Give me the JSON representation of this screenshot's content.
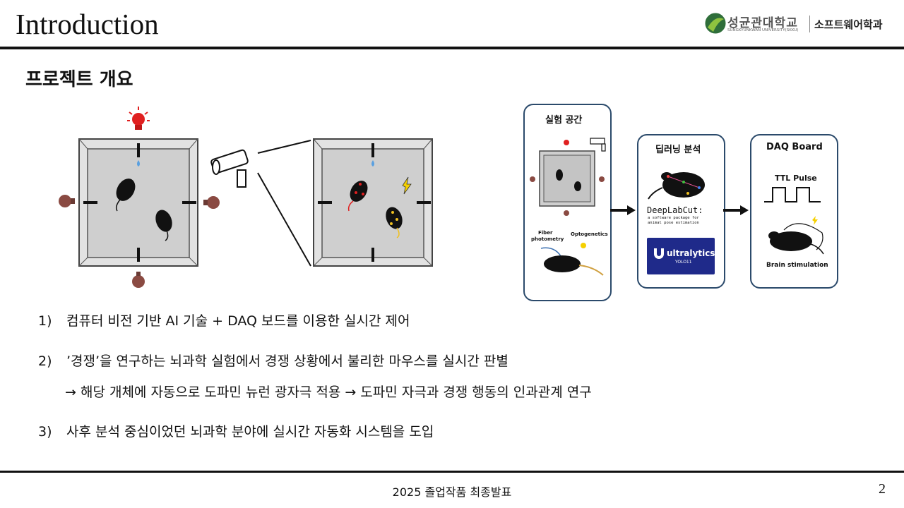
{
  "header": {
    "title": "Introduction",
    "university": "성균관대학교",
    "university_en": "SUNGKYUNKWAN UNIVERSITY(SKKU)",
    "department": "소프트웨어학과"
  },
  "section_title": "프로젝트 개요",
  "diagram": {
    "box1_label": "실험 공간",
    "box2_label": "딥러닝 분석",
    "box3_label": "DAQ Board",
    "fiber_label_1": "Fiber",
    "fiber_label_2": "photometry",
    "opto_label": "Optogenetics",
    "dlc_title": "DeepLabCut:",
    "dlc_sub1": "a software package for",
    "dlc_sub2": "animal pose estimation",
    "yolo_brand": "ultralytics",
    "yolo_sub": "YOLO11",
    "ttl_label": "TTL Pulse",
    "brain_label": "Brain stimulation"
  },
  "bullets": [
    {
      "num": "1)",
      "text": "컴퓨터 비전 기반 AI 기술 + DAQ 보드를 이용한 실시간 제어"
    },
    {
      "num": "2)",
      "text": "’경쟁’을 연구하는 뇌과학 실험에서 경쟁 상황에서 불리한 마우스를 실시간 판별"
    },
    {
      "num": "",
      "text": "→ 해당 개체에 자동으로 도파민 뉴런 광자극 적용 → 도파민 자극과 경쟁 행동의 인과관계 연구"
    },
    {
      "num": "3)",
      "text": "사후 분석 중심이었던 뇌과학 분야에 실시간 자동화 시스템을 도입"
    }
  ],
  "footer": {
    "text": "2025 졸업작품 최종발표",
    "page": "2"
  },
  "colors": {
    "box_border": "#2b4a6b",
    "bulb_red": "#e02020",
    "bulb_brown": "#8a4a42",
    "yolo_bg": "#1f2a8a",
    "arrow": "#111111"
  }
}
